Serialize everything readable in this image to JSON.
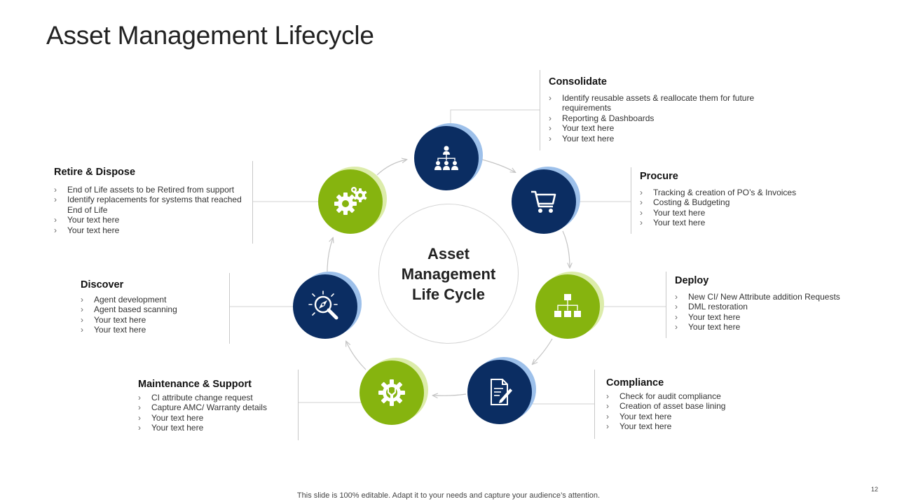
{
  "title": "Asset Management Lifecycle",
  "center": {
    "label": "Asset Management Life Cycle"
  },
  "stages": {
    "consolidate": {
      "title": "Consolidate",
      "items": [
        "Identify reusable assets & reallocate them for future requirements",
        "Reporting & Dashboards",
        "Your text here",
        "Your text here"
      ]
    },
    "procure": {
      "title": "Procure",
      "items": [
        "Tracking & creation of  PO’s & Invoices",
        "Costing & Budgeting",
        "Your text here",
        "Your text here"
      ]
    },
    "deploy": {
      "title": "Deploy",
      "items": [
        "New CI/ New Attribute addition Requests",
        "DML restoration",
        "Your text here",
        "Your text here"
      ]
    },
    "compliance": {
      "title": "Compliance",
      "items": [
        "Check for audit compliance",
        "Creation of asset base lining",
        "Your text here",
        "Your text here"
      ]
    },
    "maintenance": {
      "title": "Maintenance & Support",
      "items": [
        "CI attribute change request",
        "Capture AMC/ Warranty details",
        "Your text here",
        "Your text here"
      ]
    },
    "discover": {
      "title": "Discover",
      "items": [
        "Agent development",
        "Agent based scanning",
        "Your text here",
        "Your text here"
      ]
    },
    "retire": {
      "title": "Retire & Dispose",
      "items": [
        "End of Life assets to be Retired from support",
        "Identify replacements for systems that reached End of Life",
        "Your text here",
        "Your text here"
      ]
    }
  },
  "icons": {
    "consolidate": "people-hierarchy-icon",
    "procure": "shopping-cart-icon",
    "deploy": "org-chart-icon",
    "compliance": "document-pen-icon",
    "maintenance": "gear-wrench-icon",
    "discover": "compass-magnifier-icon",
    "retire": "gears-icon"
  },
  "colors": {
    "navy": "#0b2d62",
    "green": "#86b40f",
    "navy_shadow": "#9dc0ea",
    "green_shadow": "#dcecaa"
  },
  "footer": "This slide is 100% editable. Adapt it to your needs and capture your audience’s attention.",
  "page_number": "12"
}
